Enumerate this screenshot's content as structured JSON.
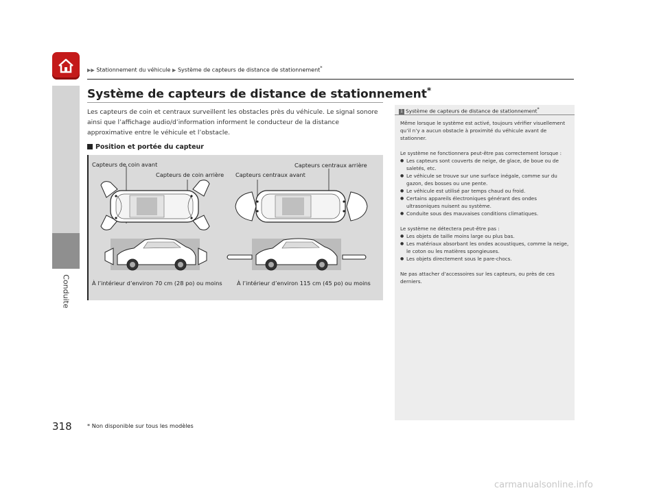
{
  "breadcrumb": {
    "item1": "Stationnement du véhicule",
    "item2": "Système de capteurs de distance de stationnement",
    "asterisk": "*"
  },
  "title": {
    "text": "Système de capteurs de distance de stationnement",
    "asterisk": "*"
  },
  "intro": "Les capteurs de coin et centraux surveillent les obstacles près du véhicule. Le signal sonore ainsi que l’affichage audio/d’information informent le conducteur de la distance approximative entre le véhicule et l’obstacle.",
  "section": {
    "heading": "Position et portée du capteur"
  },
  "diagram": {
    "front_corner": "Capteurs de coin avant",
    "rear_corner": "Capteurs de coin arrière",
    "front_center": "Capteurs centraux avant",
    "rear_center": "Capteurs centraux arrière",
    "range_corner": "À l’intérieur d’environ 70 cm (28 po) ou moins",
    "range_center": "À l’intérieur d’environ 115 cm (45 po) ou moins"
  },
  "side_tab": {
    "label": "Conduite"
  },
  "sidebar": {
    "num": "1",
    "title": "Système de capteurs de distance de stationnement",
    "asterisk": "*",
    "p1": "Même lorsque le système est activé, toujours vérifier visuellement qu’il n’y a aucun obstacle à proximité du véhicule avant de stationner.",
    "p2": "Le système ne fonctionnera peut-être pas correctement lorsque :",
    "list1": [
      "Les capteurs sont couverts de neige, de glace, de boue ou de saletés, etc.",
      "Le véhicule se trouve sur une surface inégale, comme sur du gazon, des bosses ou une pente.",
      "Le véhicule est utilisé par temps chaud ou froid.",
      "Certains appareils électroniques générant des ondes ultrasoniques nuisent au système.",
      "Conduite sous des mauvaises conditions climatiques."
    ],
    "p3": "Le système ne détectera peut-être pas :",
    "list2": [
      "Les objets de taille moins large ou plus bas.",
      "Les matériaux absorbant les ondes acoustiques, comme la neige, le coton ou les matières spongieuses.",
      "Les objets directement sous le pare-chocs."
    ],
    "p4": "Ne pas attacher d’accessoires sur les capteurs, ou près de ces derniers."
  },
  "page_number": "318",
  "footnote": "* Non disponible sur tous les modèles",
  "watermark": "carmanualsonline.info",
  "colors": {
    "home_button": "#c41a1a",
    "sidebar_bg": "#ededed",
    "diagram_bg": "#dadada"
  }
}
